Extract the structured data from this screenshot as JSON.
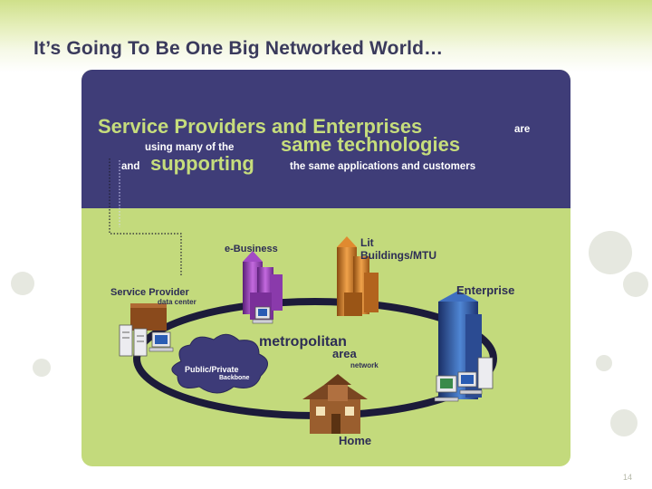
{
  "slide": {
    "title": "It’s Going To Be One Big Networked World…",
    "page_number": "14"
  },
  "banner": {
    "line1_big": "Service Providers and Enterprises",
    "line1_small": "are",
    "line2_small": "using many of the",
    "line2_big": "same technologies",
    "line3_small_a": "and",
    "line3_big": "supporting",
    "line3_small_b": "the same applications and customers"
  },
  "diagram": {
    "nodes": {
      "ebusiness": "e-Business",
      "lit_line1": "Lit",
      "lit_line2": "Buildings/MTU",
      "service_provider_line1": "Service Provider",
      "service_provider_line2": "data center",
      "enterprise": "Enterprise",
      "home": "Home"
    },
    "ring": {
      "line1": "metropolitan",
      "line2": "area",
      "line3": "network"
    },
    "cloud": {
      "line1": "Public/Private",
      "line2": "Backbone"
    }
  },
  "colors": {
    "panel_header": "#3f3d78",
    "panel_body": "#c3da7c",
    "headline_green": "#c6dd7c",
    "title_text": "#3a3a5c"
  }
}
